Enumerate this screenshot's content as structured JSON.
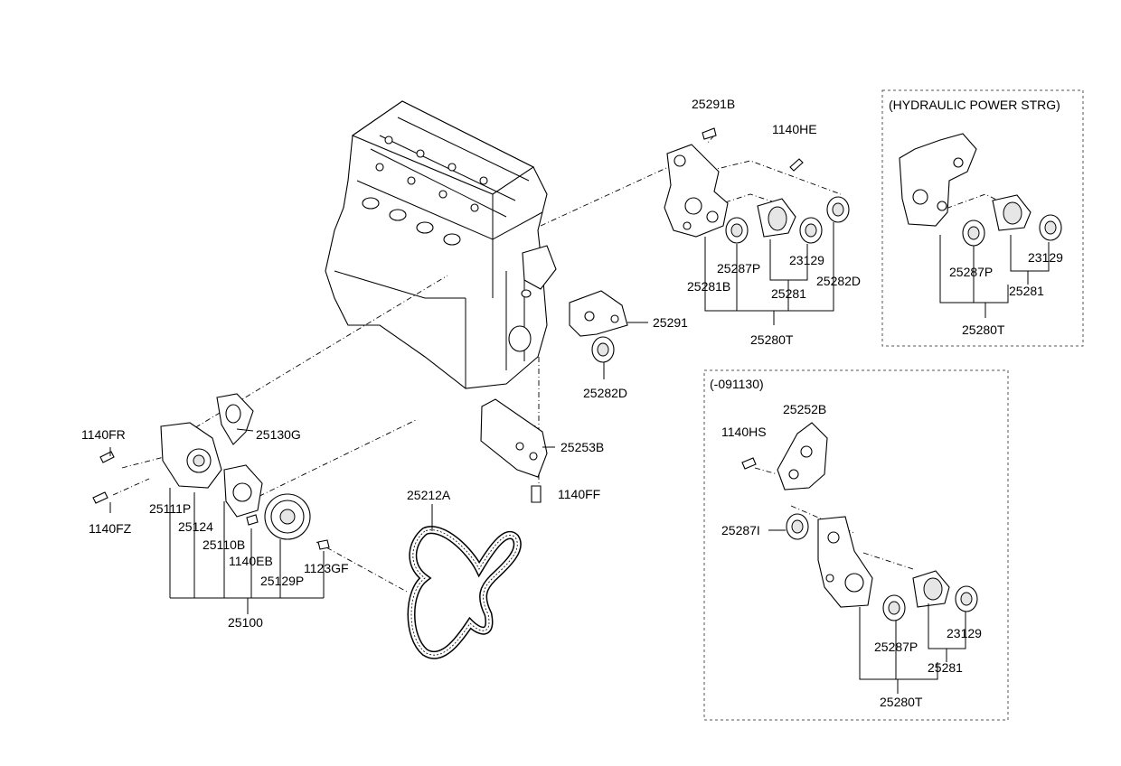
{
  "boxes": {
    "hydraulic_title": "(HYDRAULIC POWER STRG)",
    "variant_title": "(-091130)"
  },
  "labels": {
    "p25291B": "25291B",
    "p1140HE": "1140HE",
    "p25287P_a": "25287P",
    "p23129_a": "23129",
    "p25281B": "25281B",
    "p25281_a": "25281",
    "p25282D_a": "25282D",
    "p25280T_a": "25280T",
    "p25291": "25291",
    "p25282D_b": "25282D",
    "p25287P_b": "25287P",
    "p23129_b": "23129",
    "p25281_b": "25281",
    "p25280T_b": "25280T",
    "p1140FR": "1140FR",
    "p25130G": "25130G",
    "p25253B": "25253B",
    "p1140FF": "1140FF",
    "p25111P": "25111P",
    "p25124": "25124",
    "p1140FZ": "1140FZ",
    "p25110B": "25110B",
    "p1140EB": "1140EB",
    "p1123GF": "1123GF",
    "p25129P": "25129P",
    "p25100": "25100",
    "p25212A": "25212A",
    "p25252B": "25252B",
    "p1140HS": "1140HS",
    "p25287I": "25287I",
    "p25287P_c": "25287P",
    "p23129_c": "23129",
    "p25281_c": "25281",
    "p25280T_c": "25280T"
  }
}
